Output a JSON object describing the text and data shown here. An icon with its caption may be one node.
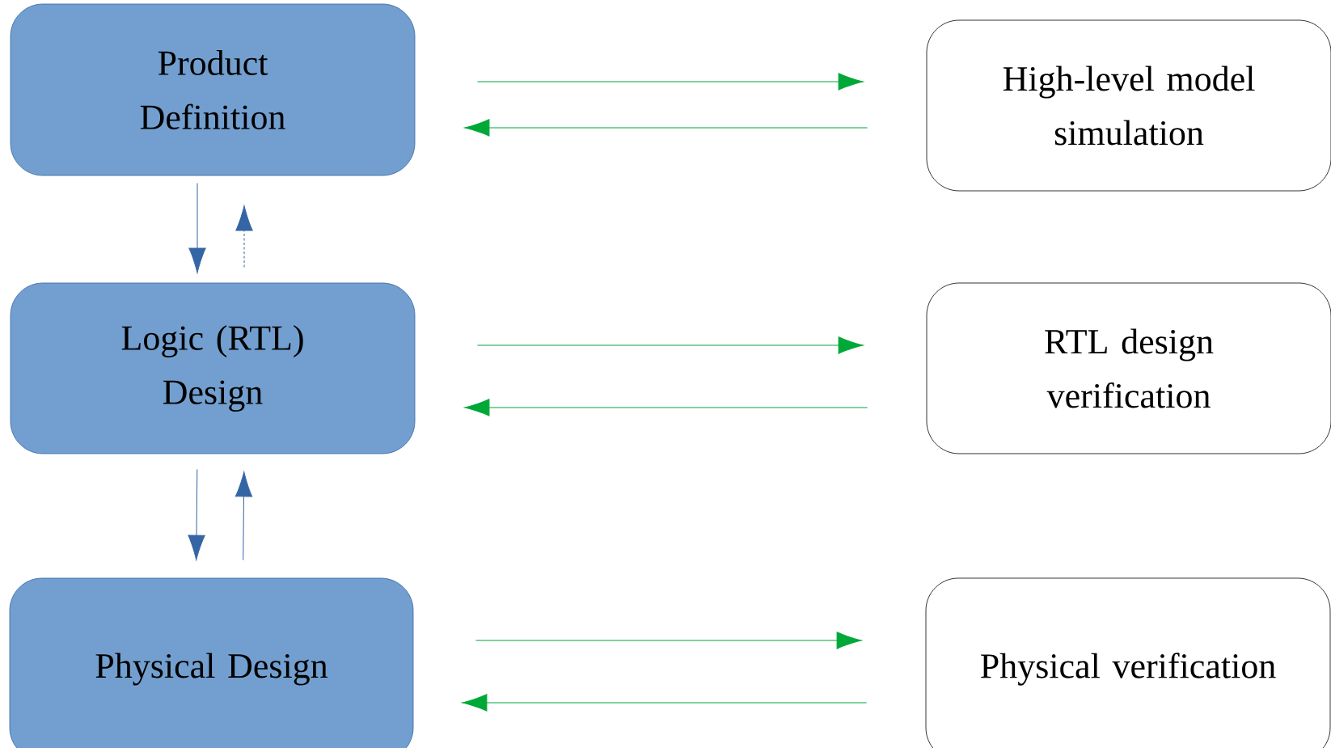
{
  "diagram": {
    "nodes": [
      {
        "text": [
          "Product Definition"
        ]
      },
      {
        "text": [
          "Logic (RTL) Design"
        ]
      },
      {
        "text": [
          "Physical Design"
        ]
      },
      {
        "text": [
          "High-level model simulation"
        ]
      },
      {
        "text": [
          "RTL design verification"
        ]
      },
      {
        "text": [
          "Physical verification"
        ]
      }
    ],
    "edges": [
      {
        "from": 0,
        "to": 3,
        "arrow": "to"
      },
      {
        "from": 3,
        "to": 0,
        "arrow": "to"
      },
      {
        "from": 0,
        "to": 1,
        "arrow": "to",
        "color": "#3465a4"
      },
      {
        "from": 1,
        "to": 0,
        "arrow": "to",
        "color": "#3465a4",
        "style": "dashed"
      },
      {
        "from": 1,
        "to": 4,
        "arrow": "to"
      },
      {
        "from": 4,
        "to": 1,
        "arrow": "to"
      },
      {
        "from": 1,
        "to": 2,
        "arrow": "to",
        "color": "#3465a4"
      },
      {
        "from": 2,
        "to": 1,
        "arrow": "to",
        "color": "#3465a4"
      },
      {
        "from": 2,
        "to": 5,
        "arrow": "to"
      },
      {
        "from": 5,
        "to": 2,
        "arrow": "to"
      }
    ]
  }
}
